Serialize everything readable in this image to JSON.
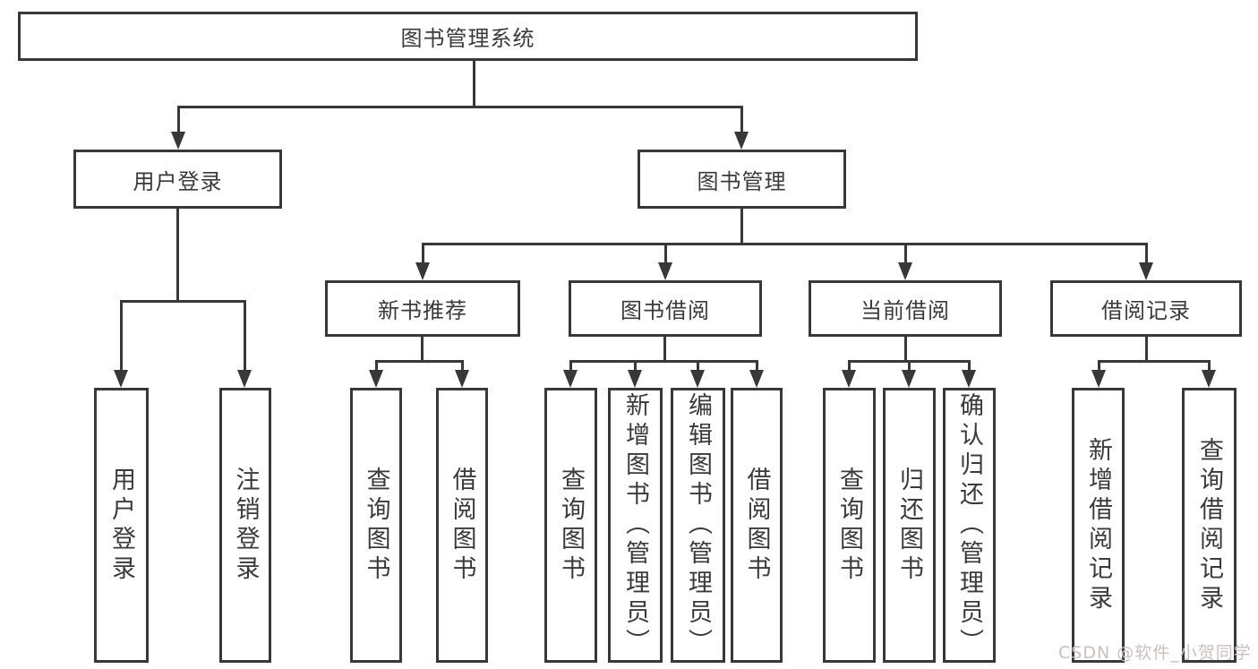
{
  "tree": {
    "root": {
      "label": "图书管理系统"
    },
    "branches": [
      {
        "label": "用户登录",
        "children": [
          {
            "label": "用户登录"
          },
          {
            "label": "注销登录"
          }
        ]
      },
      {
        "label": "图书管理",
        "children": [
          {
            "label": "新书推荐",
            "children": [
              {
                "label": "查询图书"
              },
              {
                "label": "借阅图书"
              }
            ]
          },
          {
            "label": "图书借阅",
            "children": [
              {
                "label": "查询图书"
              },
              {
                "label": "新增图书（管理员）"
              },
              {
                "label": "编辑图书（管理员）"
              },
              {
                "label": "借阅图书"
              }
            ]
          },
          {
            "label": "当前借阅",
            "children": [
              {
                "label": "查询图书"
              },
              {
                "label": "归还图书"
              },
              {
                "label": "确认归还（管理员）"
              }
            ]
          },
          {
            "label": "借阅记录",
            "children": [
              {
                "label": "新增借阅记录"
              },
              {
                "label": "查询借阅记录"
              }
            ]
          }
        ]
      }
    ]
  },
  "watermark": "CSDN @软件_小贺同学",
  "colors": {
    "line": "#383838",
    "text": "#3a3a3a",
    "background": "#ffffff",
    "watermark": "#cbc0c0"
  }
}
